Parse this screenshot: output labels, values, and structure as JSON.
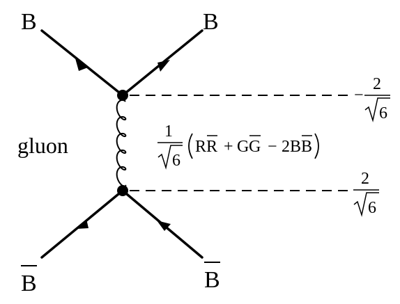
{
  "diagram": {
    "particles": {
      "top_left": "B",
      "top_right": "B",
      "bottom_left": "B",
      "bottom_right": "B"
    },
    "gluon_label": "gluon",
    "gluon_state": {
      "prefactor_numerator": "1",
      "prefactor_radicand": "6",
      "terms": [
        "RR",
        "GG",
        "2BB"
      ],
      "term_parts": [
        {
          "plain": "R",
          "bar": "R"
        },
        {
          "plain": "G",
          "bar": "G"
        },
        {
          "coeff": "2",
          "plain": "B",
          "bar": "B"
        }
      ],
      "operators": [
        "+",
        "−"
      ]
    },
    "top_vertex_value": {
      "sign": "−",
      "numerator": "2",
      "radicand": "6"
    },
    "bottom_vertex_value": {
      "sign": "",
      "numerator": "2",
      "radicand": "6"
    }
  }
}
